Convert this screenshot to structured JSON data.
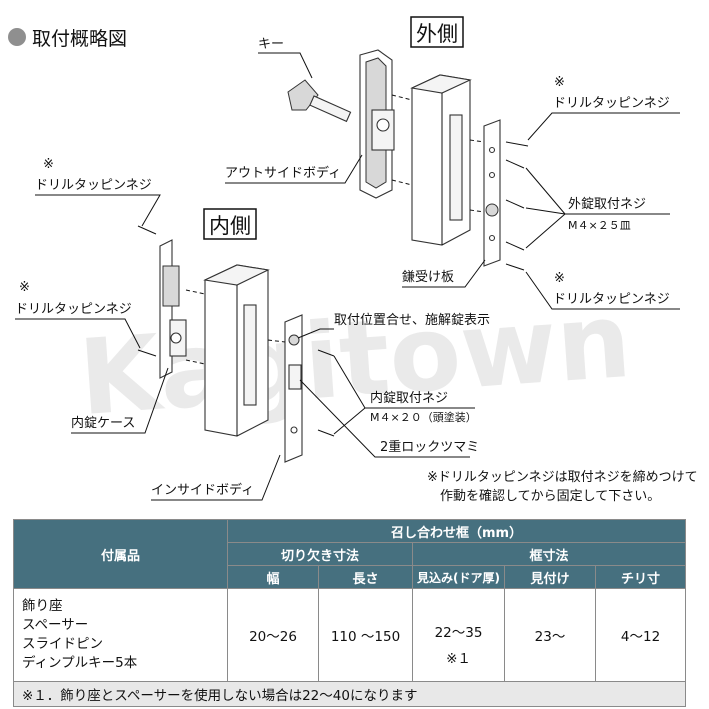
{
  "section_title": "取付概略図",
  "watermark": "Kagitown",
  "diagram": {
    "outside_label": "外側",
    "inside_label": "内側",
    "callouts": {
      "key": "キー",
      "outside_body": "アウトサイドボディ",
      "drill_mark_1": "※",
      "drill_screw_1": "ドリルタッピンネジ",
      "outer_screw": "外錠取付ネジ",
      "outer_screw_spec": "M４×２５皿",
      "strike_plate": "鎌受け板",
      "drill_mark_2": "※",
      "drill_screw_2": "ドリルタッピンネジ",
      "drill_mark_3": "※",
      "drill_screw_3": "ドリルタッピンネジ",
      "drill_mark_4": "※",
      "drill_screw_4": "ドリルタッピンネジ",
      "mount_position": "取付位置合せ、施解錠表示",
      "inner_screw": "内錠取付ネジ",
      "inner_screw_spec": "M４×２０（頭塗装）",
      "inner_case": "内錠ケース",
      "double_lock_knob": "2重ロックツマミ",
      "inside_body": "インサイドボディ"
    },
    "note_line1": "※ドリルタッピンネジは取付ネジを締めつけて",
    "note_line2": "作動を確認してから固定して下さい。"
  },
  "table": {
    "header_accessories": "付属品",
    "header_frame": "召し合わせ框（mm）",
    "header_cutout": "切り欠き寸法",
    "header_frame_size": "框寸法",
    "col_width": "幅",
    "col_length": "長さ",
    "col_depth": "見込み(ドア厚)",
    "col_face": "見付け",
    "col_chiri": "チリ寸",
    "accessories": [
      "飾り座",
      "スペーサー",
      "スライドピン",
      "ディンプルキー5本"
    ],
    "val_width": "20〜26",
    "val_length": "110 〜150",
    "val_depth": "22〜35",
    "val_depth_note": "※１",
    "val_face": "23〜",
    "val_chiri": "4〜12",
    "footnote": "※１．飾り座とスペーサーを使用しない場合は22〜40になります"
  },
  "colors": {
    "header_bg": "#46707f",
    "footnote_bg": "#e8e8e8"
  }
}
